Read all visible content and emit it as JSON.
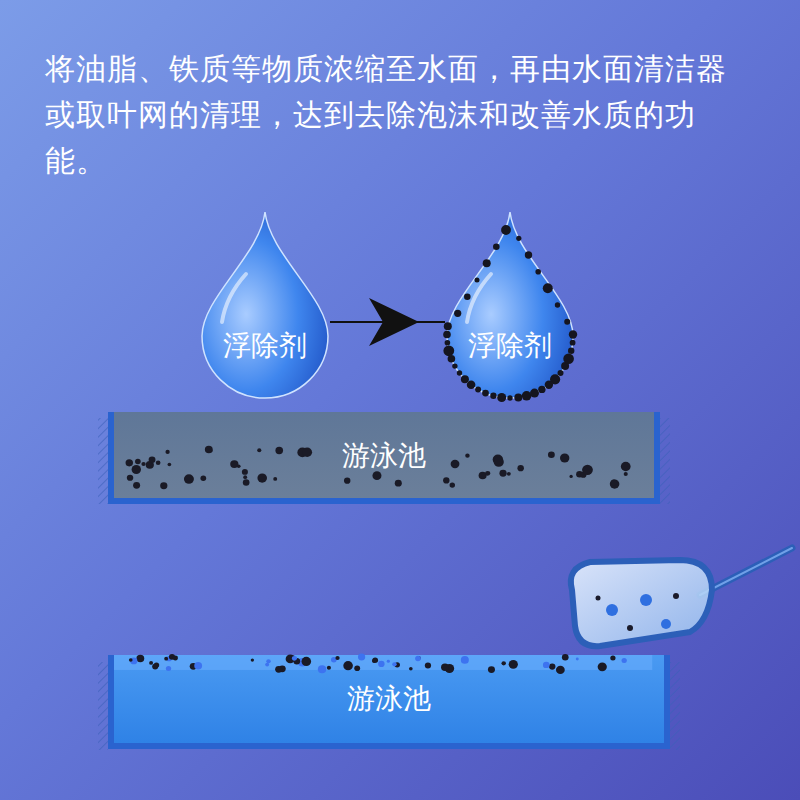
{
  "diagram": {
    "title": "将油脂、铁质等物质浓缩至水面，再由水面清洁器或取叶网的清理，达到去除泡沫和改善水质的功能。",
    "nodes": [
      {
        "text": [
          "浮除剂"
        ]
      },
      {
        "text": [
          "浮除剂"
        ]
      },
      {
        "text": [
          "游泳池"
        ]
      },
      {
        "text": [
          "游泳池"
        ]
      }
    ],
    "edges": [
      {
        "from": 0,
        "to": 1,
        "arrow": "to"
      }
    ]
  }
}
